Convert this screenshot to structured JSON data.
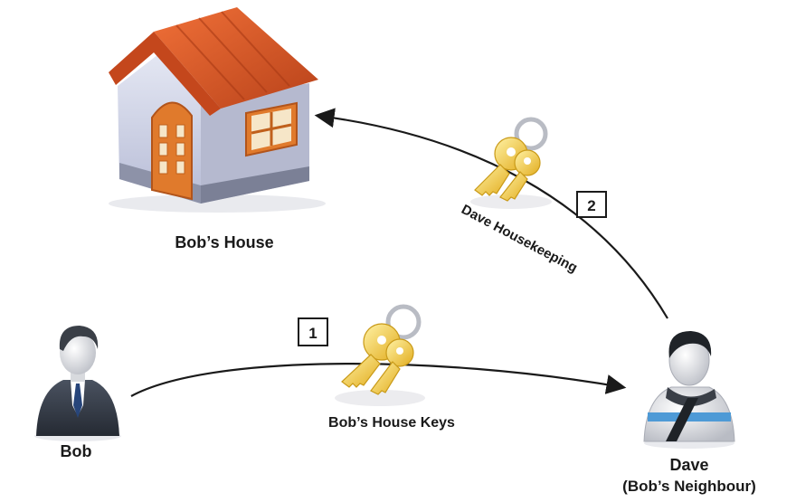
{
  "nodes": {
    "house": {
      "label": "Bob’s House"
    },
    "bob": {
      "label": "Bob"
    },
    "dave": {
      "label": "Dave",
      "sublabel": "(Bob’s Neighbour)"
    }
  },
  "edges": {
    "step1": {
      "number": "1",
      "label": "Bob’s House Keys"
    },
    "step2": {
      "number": "2",
      "label": "Dave Housekeeping"
    }
  },
  "colors": {
    "roof": "#d9541e",
    "wall": "#c9cde2",
    "door": "#e07a2c",
    "key": "#f3c63a",
    "stroke": "#1a1a1a"
  },
  "icons": [
    "house-icon",
    "key-icon",
    "businessman-icon",
    "user-icon"
  ]
}
